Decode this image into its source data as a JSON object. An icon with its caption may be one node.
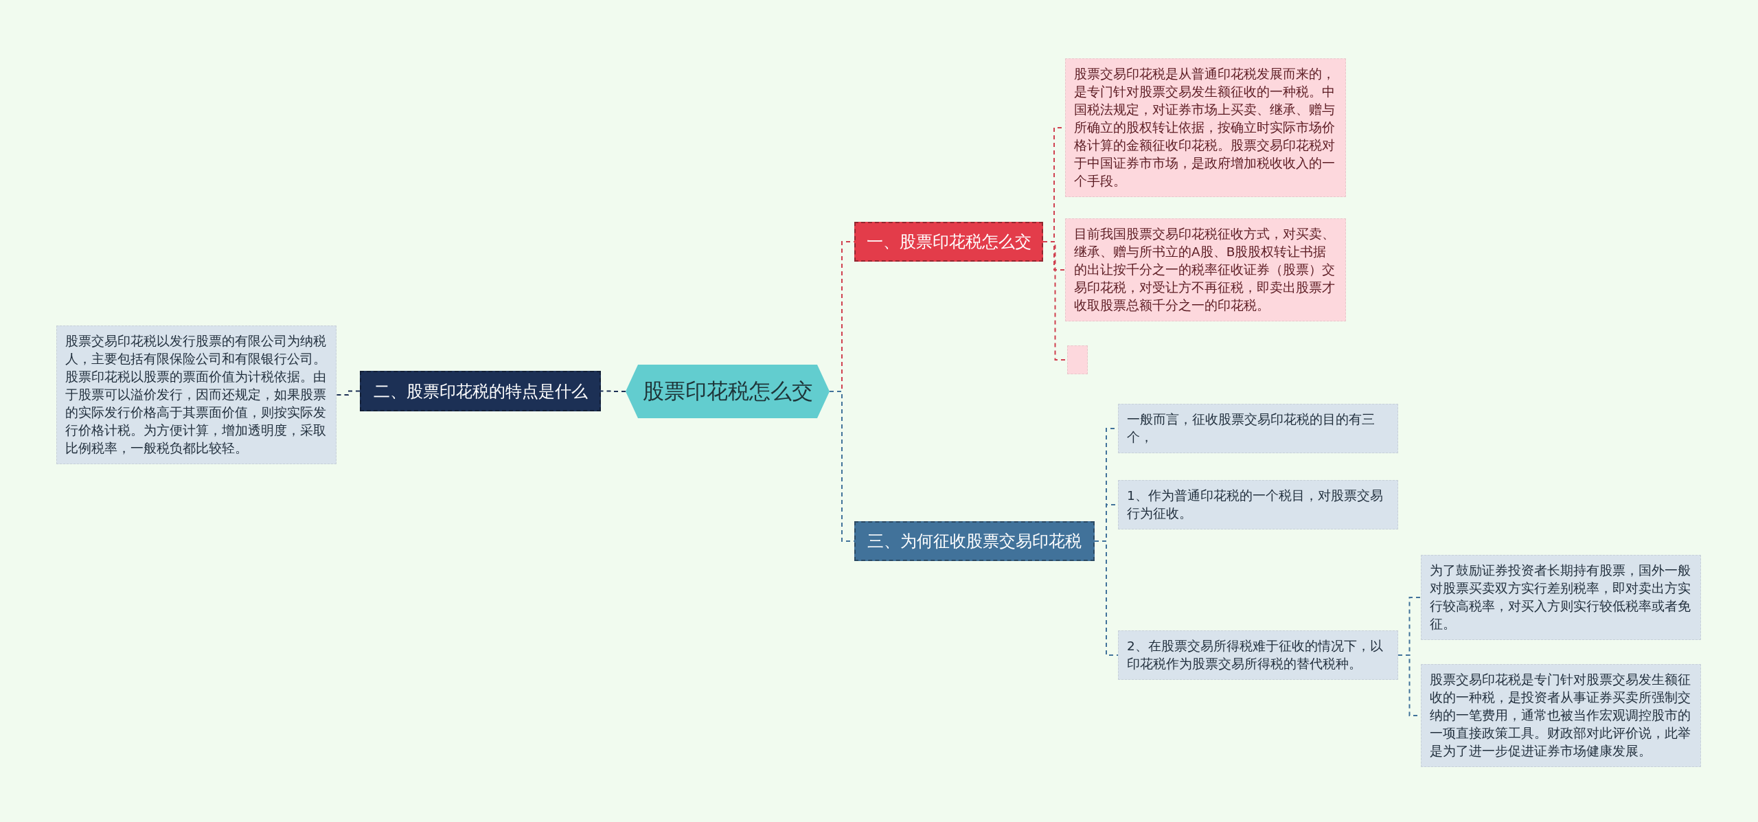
{
  "diagram": {
    "nodes": [
      {
        "text": [
          "股票印花税怎么交"
        ]
      },
      {
        "text": [
          "一、股票印花税怎么交"
        ]
      },
      {
        "text": [
          "股票交易印花税是从普通印花税发展而来的，是专门针对股票交易发生额征收的一种税。中国税法规定，对证券市场上买卖、继承、赠与所确立的股权转让依据，按确立时实际市场价格计算的金额征收印花税。股票交易印花税对于中国证券市市场，是政府增加税收收入的一个手段。"
        ]
      },
      {
        "text": [
          "目前我国股票交易印花税征收方式，对买卖、继承、赠与所书立的A股、B股股权转让书据的出让按千分之一的税率征收证券（股票）交易印花税，对受让方不再征税，即卖出股票才收取股票总额千分之一的印花税。"
        ]
      },
      {
        "text": [],
        "shape": "box"
      },
      {
        "text": [
          "二、股票印花税的特点是什么"
        ]
      },
      {
        "text": [
          "股票交易印花税以发行股票的有限公司为纳税人，主要包括有限保险公司和有限银行公司。股票印花税以股票的票面价值为计税依据。由于股票可以溢价发行，因而还规定，如果股票的实际发行价格高于其票面价值，则按实际发行价格计税。为方便计算，增加透明度，采取比例税率，一般税负都比较轻。"
        ]
      },
      {
        "text": [
          "三、为何征收股票交易印花税"
        ]
      },
      {
        "text": [
          "一般而言，征收股票交易印花税的目的有三个，"
        ]
      },
      {
        "text": [
          "1、作为普通印花税的一个税目，对股票交易行为征收。"
        ]
      },
      {
        "text": [
          "2、在股票交易所得税难于征收的情况下，以印花税作为股票交易所得税的替代税种。"
        ]
      },
      {
        "text": [
          "为了鼓励证券投资者长期持有股票，国外一般对股票买卖双方实行差别税率，即对卖出方实行较高税率，对买入方则实行较低税率或者免征。"
        ]
      },
      {
        "text": [
          "股票交易印花税是专门针对股票交易发生额征收的一种税，是投资者从事证券买卖所强制交纳的一笔费用，通常也被当作宏观调控股市的一项直接政策工具。财政部对此评价说，此举是为了进一步促进证券市场健康发展。"
        ]
      }
    ],
    "edges": [
      {
        "from": 0,
        "to": 1,
        "arrow": "none",
        "style": "dashed",
        "color": "#d0404f"
      },
      {
        "from": 1,
        "to": 2,
        "arrow": "none",
        "style": "dashed",
        "color": "#d0404f"
      },
      {
        "from": 1,
        "to": 3,
        "arrow": "none",
        "style": "dashed",
        "color": "#d0404f"
      },
      {
        "from": 1,
        "to": 4,
        "arrow": "none",
        "style": "dashed",
        "color": "#d0404f"
      },
      {
        "from": 0,
        "to": 5,
        "arrow": "none",
        "style": "dashed",
        "color": "#1c3055"
      },
      {
        "from": 5,
        "to": 6,
        "arrow": "none",
        "style": "dashed",
        "color": "#1c3055"
      },
      {
        "from": 0,
        "to": 7,
        "arrow": "none",
        "style": "dashed"
      },
      {
        "from": 7,
        "to": 8,
        "arrow": "none",
        "style": "dashed"
      },
      {
        "from": 7,
        "to": 9,
        "arrow": "none",
        "style": "dashed"
      },
      {
        "from": 7,
        "to": 10,
        "arrow": "none",
        "style": "dashed"
      },
      {
        "from": 10,
        "to": 11,
        "arrow": "none",
        "style": "dashed"
      },
      {
        "from": 10,
        "to": 12,
        "arrow": "none",
        "style": "dashed"
      }
    ]
  }
}
